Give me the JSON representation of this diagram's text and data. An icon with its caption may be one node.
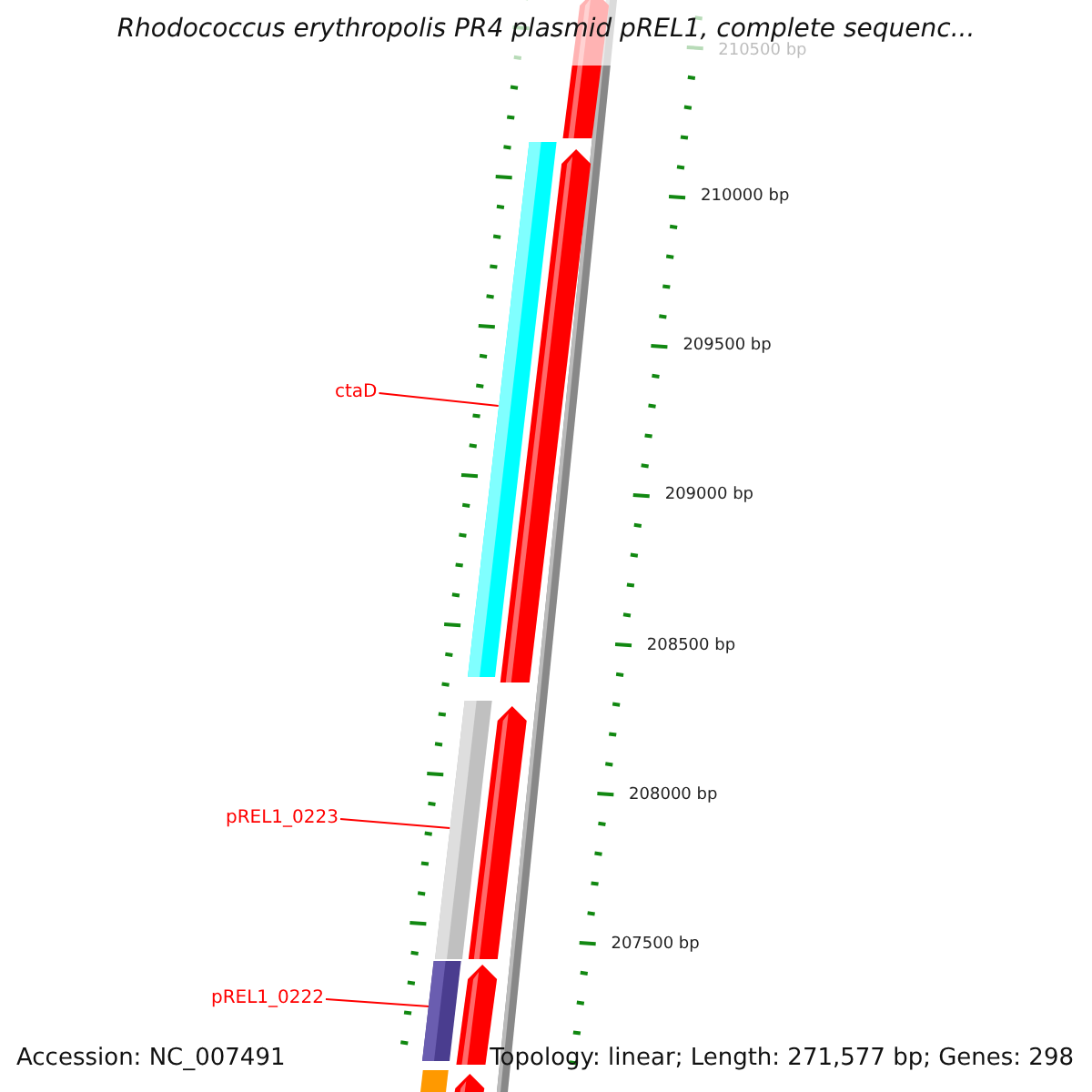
{
  "diagram": {
    "title": "Rhodococcus erythropolis PR4 plasmid pREL1, complete sequenc...",
    "nodes": [
      {
        "text": [
          "ctaD"
        ]
      },
      {
        "text": [],
        "shape": "bar"
      },
      {
        "text": [
          "pREL1_0223"
        ]
      },
      {
        "text": [],
        "shape": "bar"
      },
      {
        "text": [
          "pREL1_0222"
        ]
      },
      {
        "text": [],
        "shape": "bar"
      }
    ],
    "edges": [
      {
        "from": 0,
        "to": 1,
        "arrow": "none"
      },
      {
        "from": 2,
        "to": 3,
        "arrow": "none"
      },
      {
        "from": 4,
        "to": 5,
        "arrow": "none"
      }
    ],
    "labels": [
      "210500 bp",
      "210000 bp",
      "209500 bp",
      "209000 bp",
      "208500 bp",
      "208000 bp",
      "207500 bp",
      "Accession: NC_007491",
      "Topology: linear; Length: 271,577 bp; Genes: 298"
    ]
  }
}
